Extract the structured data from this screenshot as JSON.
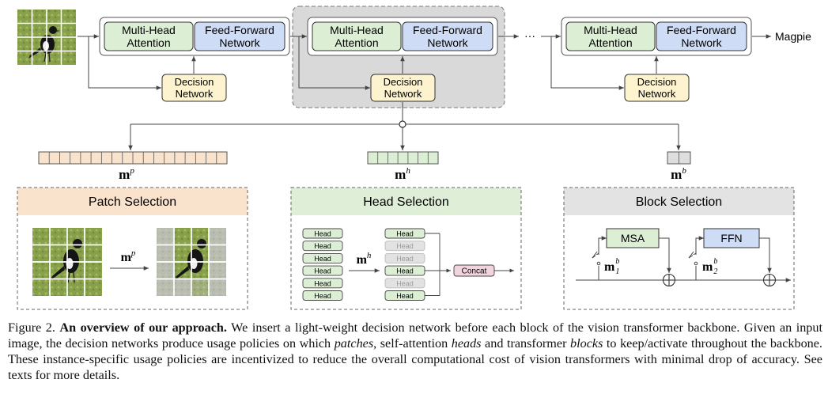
{
  "colors": {
    "attention_fill": "#dcefd5",
    "ffn_fill": "#cfdcf5",
    "decision_fill": "#fdf3cf",
    "patch_header": "#f9e3cc",
    "head_header": "#dfeed6",
    "block_header": "#e3e3e3",
    "highlight_block": "#d9d9d9",
    "concat_fill": "#f1d4de"
  },
  "diagram": {
    "blocks": [
      {
        "attention": [
          "Multi-Head",
          "Attention"
        ],
        "ffn": [
          "Feed-Forward",
          "Network"
        ],
        "decision": [
          "Decision",
          "Network"
        ]
      },
      {
        "attention": [
          "Multi-Head",
          "Attention"
        ],
        "ffn": [
          "Feed-Forward",
          "Network"
        ],
        "decision": [
          "Decision",
          "Network"
        ]
      },
      {
        "attention": [
          "Multi-Head",
          "Attention"
        ],
        "ffn": [
          "Feed-Forward",
          "Network"
        ],
        "decision": [
          "Decision",
          "Network"
        ]
      }
    ],
    "ellipsis": "···",
    "output_label": "Magpie",
    "policy_p": {
      "base": "m",
      "sup": "p"
    },
    "policy_h": {
      "base": "m",
      "sup": "h"
    },
    "policy_b": {
      "base": "m",
      "sup": "b"
    },
    "patch_panel_title": "Patch Selection",
    "head_panel_title": "Head Selection",
    "block_panel_title": "Block Selection",
    "head_label": "Head",
    "concat_label": "Concat",
    "msa_label": "MSA",
    "ffn_label": "FFN",
    "m1b": {
      "base": "m",
      "sub": "1",
      "sup": "b"
    },
    "m2b": {
      "base": "m",
      "sub": "2",
      "sup": "b"
    }
  },
  "caption": {
    "figure_label": "Figure 2.",
    "title": "An overview of our approach.",
    "s1": " We insert a light-weight decision network before each block of the vision transformer backbone. Given an input image, the decision networks produce usage policies on which ",
    "patches": "patches",
    "s2": ", self-attention ",
    "heads": "heads",
    "s3": " and transformer ",
    "blocks": "blocks",
    "s4": " to keep/activate throughout the backbone. These instance-specific usage policies are incentivized to reduce the overall computational cost of vision transformers with minimal drop of accuracy. See texts for more details."
  }
}
